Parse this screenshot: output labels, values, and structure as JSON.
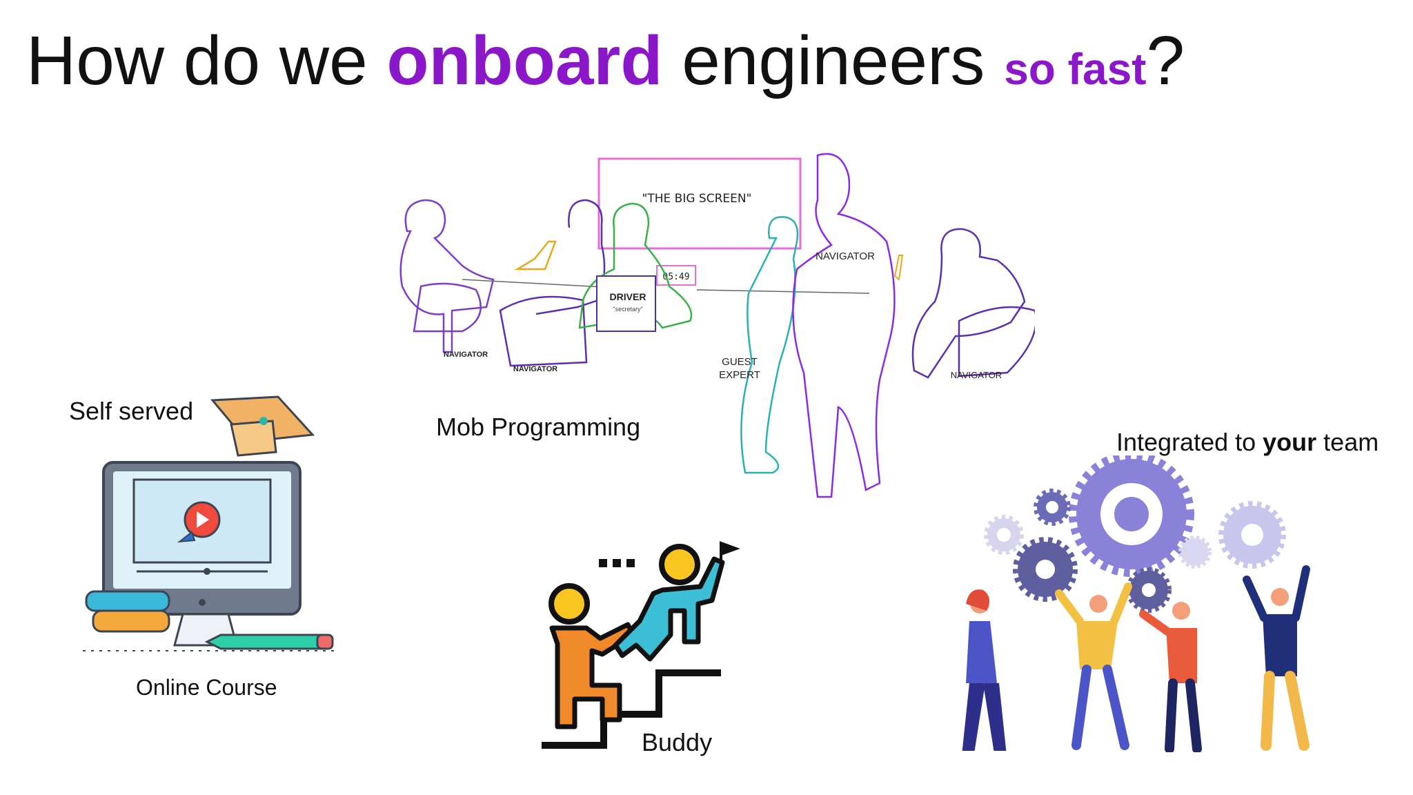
{
  "title": {
    "prefix": "How do we ",
    "highlight": "onboard",
    "middle": " engineers ",
    "highlight2": "so fast",
    "suffix": "?"
  },
  "colors": {
    "accent": "#8a18c8",
    "text": "#111111"
  },
  "mob": {
    "screen_label": "\"THE BIG SCREEN\"",
    "timer": "05:49",
    "driver": "DRIVER",
    "driver_note": "\"secretary\"",
    "navigator": "NAVIGATOR",
    "guest1": "GUEST",
    "guest2": "EXPERT",
    "caption": "Mob Programming"
  },
  "self_served": {
    "label": "Self served",
    "caption": "Online Course"
  },
  "buddy": {
    "caption": "Buddy"
  },
  "integrated": {
    "prefix": "Integrated to ",
    "bold": "your",
    "suffix": " team"
  }
}
